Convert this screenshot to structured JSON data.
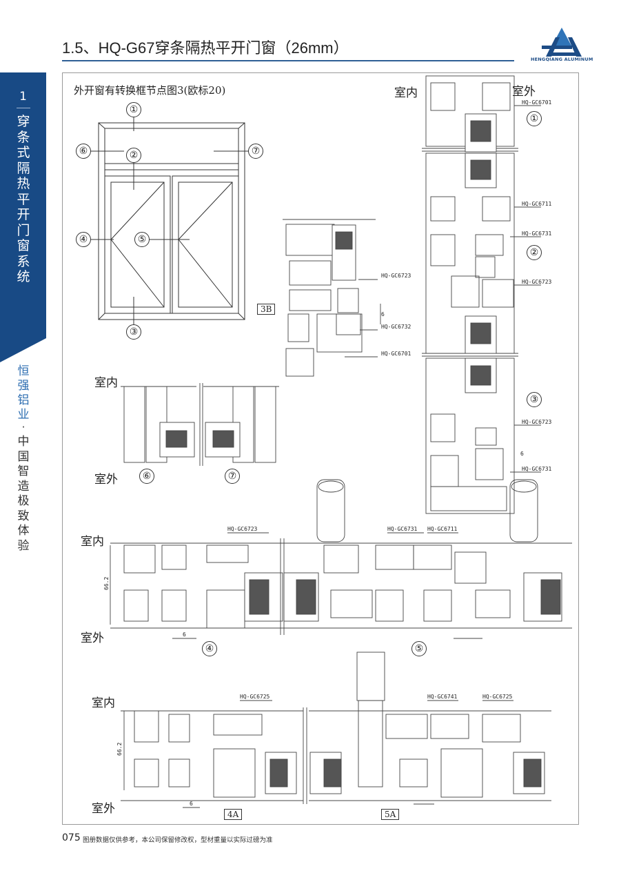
{
  "header": {
    "title": "1.5、HQ-G67穿条隔热平开门窗（26mm）",
    "logo_text": "HENGQIANG ALUMINUM"
  },
  "sidebar": {
    "chapter_number": "1",
    "chapter_title": "穿条式隔热平开门窗系统",
    "brand": "恒强铝业",
    "separator": "·",
    "slogan": "中国智造 极致体验"
  },
  "drawing": {
    "title": "外开窗有转换框节点图3(欧标20)",
    "elevation_markers": [
      "①",
      "②",
      "③",
      "④",
      "⑤",
      "⑥",
      "⑦"
    ],
    "indoor": "室内",
    "outdoor": "室外",
    "detail_3b": {
      "tag": "3B",
      "codes": [
        "HQ-GC6723",
        "HQ-GC6732",
        "HQ-GC6701"
      ],
      "dimension": "6"
    },
    "vertical_section": {
      "codes": [
        "HQ-GC6701",
        "HQ-GC6711",
        "HQ-GC6731",
        "HQ-GC6723",
        "HQ-GC6723",
        "HQ-GC6731"
      ],
      "markers": [
        "①",
        "②",
        "③"
      ],
      "dimension": "6"
    },
    "detail_67": {
      "markers": [
        "⑥",
        "⑦"
      ]
    },
    "section_45": {
      "codes": [
        "HQ-GC6723",
        "HQ-GC6731",
        "HQ-GC6711"
      ],
      "markers": [
        "④",
        "⑤"
      ],
      "height_dim": "66.2",
      "gap_dim": "6"
    },
    "section_4a5a": {
      "codes": [
        "HQ-GC6725",
        "HQ-GC6741",
        "HQ-GC6725"
      ],
      "tags": [
        "4A",
        "5A"
      ],
      "height_dim": "66.2",
      "gap_dim": "6"
    }
  },
  "footer": {
    "page_number": "075",
    "note": "图册数据仅供参考，本公司保留修改权，型材重量以实际过磅为准"
  },
  "colors": {
    "brand_blue": "#1d4c86",
    "rule_blue": "#2d5f95",
    "slogan_blue": "#2b6cb0"
  }
}
